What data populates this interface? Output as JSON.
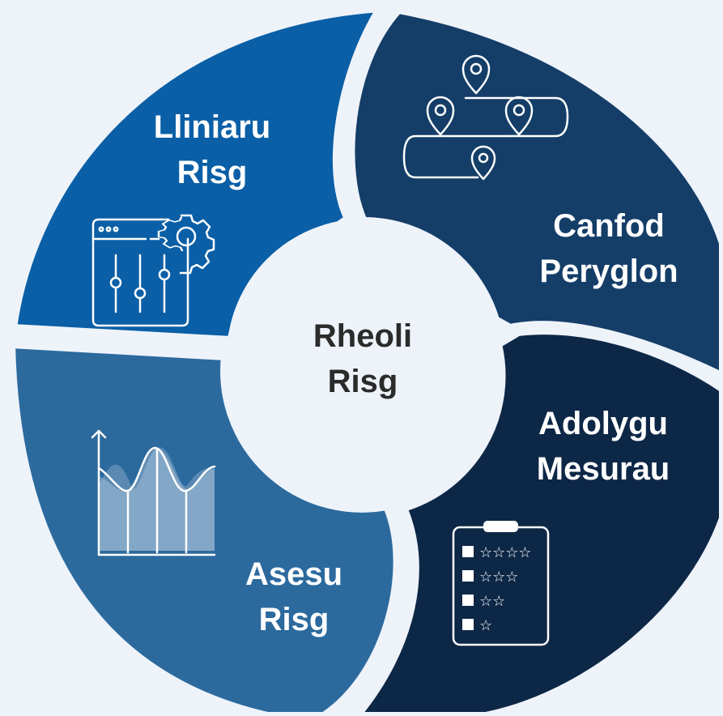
{
  "center": {
    "line1": "Rheoli",
    "line2": "Risg"
  },
  "segments": [
    {
      "id": "mitigation",
      "line1": "Lliniaru",
      "line2": "Risg",
      "color": "#0a5fa6",
      "icon": "settings-sliders-icon"
    },
    {
      "id": "identify",
      "line1": "Canfod",
      "line2": "Peryglon",
      "color": "#143e68",
      "icon": "route-pins-icon"
    },
    {
      "id": "review",
      "line1": "Adolygu",
      "line2": "Mesurau",
      "color": "#0d2746",
      "icon": "rating-clipboard-icon"
    },
    {
      "id": "assess",
      "line1": "Asesu",
      "line2": "Risg",
      "color": "#2c6a9e",
      "icon": "area-chart-icon"
    }
  ],
  "background": "#eef3fa",
  "center_color": "#eef3fa"
}
